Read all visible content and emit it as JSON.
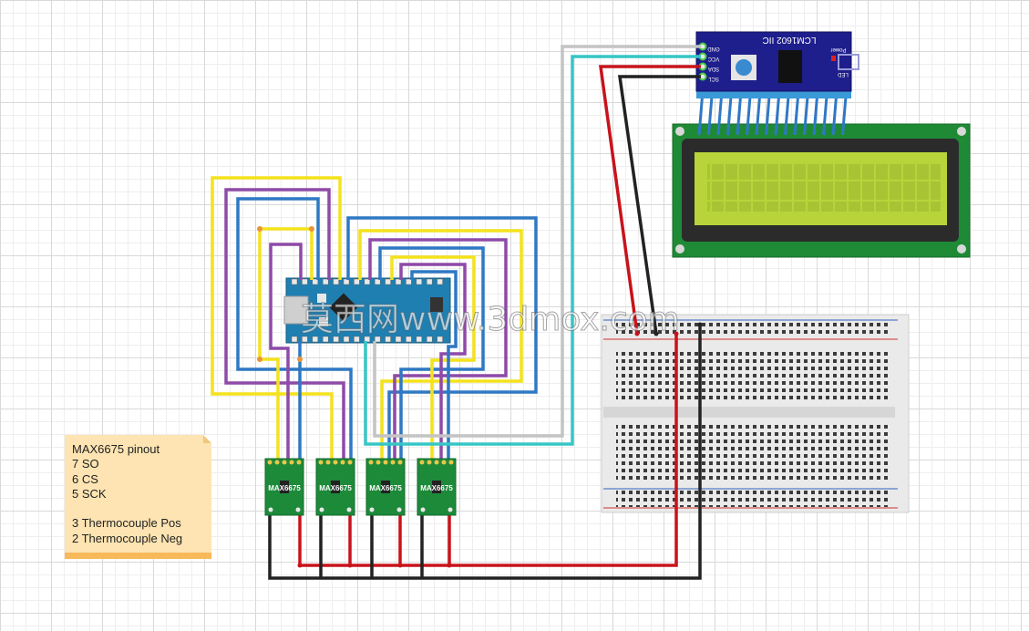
{
  "lcd_module": {
    "model_label": "LCM1602 IIC",
    "pins": [
      "SCL",
      "SDA",
      "VCC",
      "GND"
    ],
    "led_label": "LED",
    "power_label": "Power"
  },
  "sensor_boards": {
    "label": "MAX6675",
    "count": 4
  },
  "watermark": {
    "text": "莫西网www.3dmox.com"
  },
  "note": {
    "lines": [
      "MAX6675 pinout",
      "7 SO",
      "6 CS",
      "5 SCK",
      "",
      "3 Thermocouple Pos",
      "2 Thermocouple Neg"
    ]
  },
  "colors": {
    "wire_red": "#c8131b",
    "wire_black": "#222222",
    "wire_yellow": "#f4e21c",
    "wire_purple": "#8e4aa8",
    "wire_blue": "#2f78c4",
    "wire_cyan": "#36c6c6",
    "wire_gray": "#bdbdbd",
    "board_green": "#1d8a3a",
    "arduino_blue": "#1f7fb1",
    "lcd_screen": "#b8d43a",
    "i2c_blue": "#1e1e8c",
    "note_bg": "#fde4b2"
  }
}
